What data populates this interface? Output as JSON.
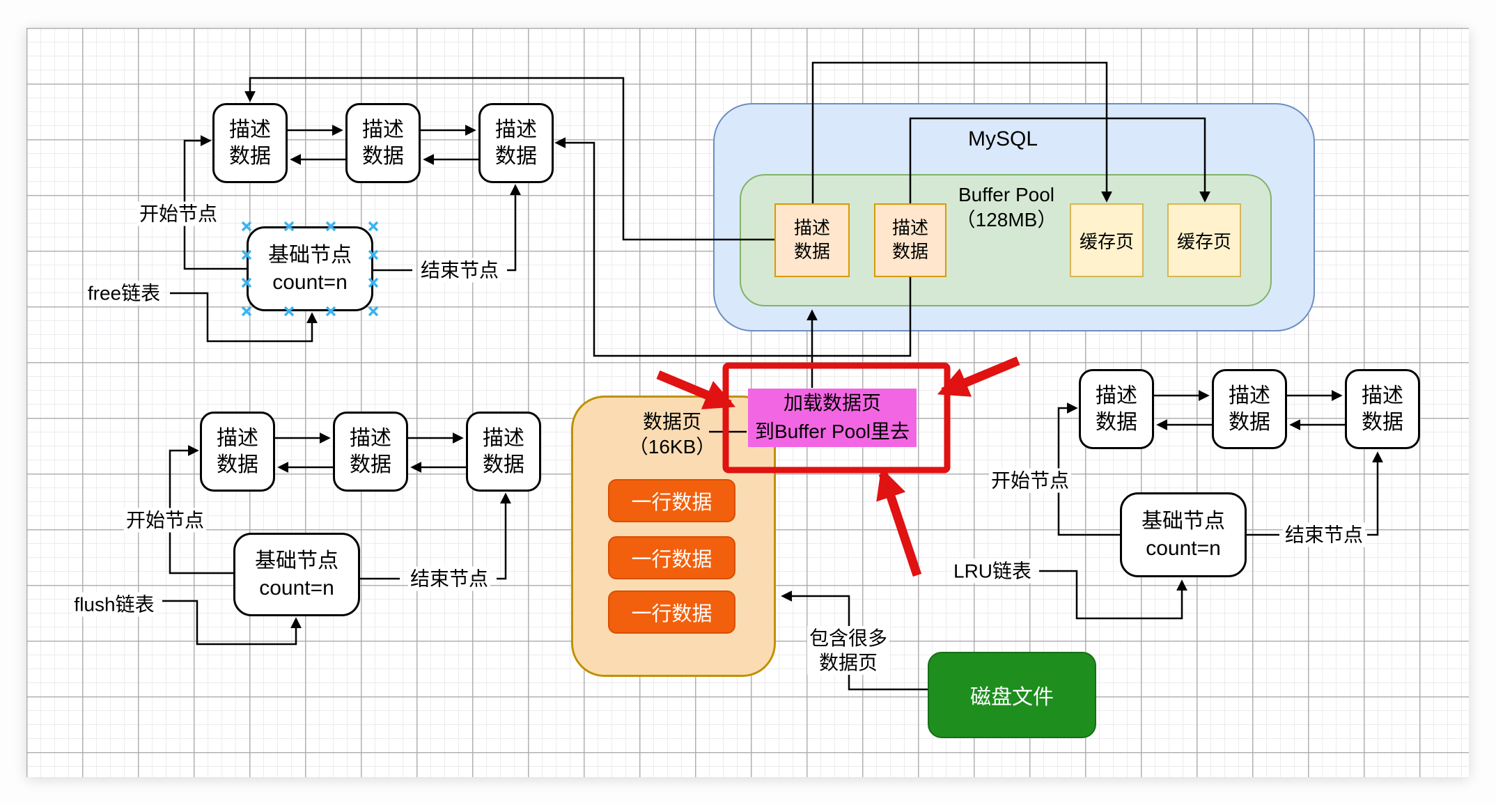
{
  "clusters": {
    "free": {
      "name_label": "free链表",
      "start_label": "开始节点",
      "end_label": "结束节点",
      "base_label": "基础节点\ncount=n",
      "nodes": [
        "描述\n数据",
        "描述\n数据",
        "描述\n数据"
      ]
    },
    "flush": {
      "name_label": "flush链表",
      "start_label": "开始节点",
      "end_label": "结束节点",
      "base_label": "基础节点\ncount=n",
      "nodes": [
        "描述\n数据",
        "描述\n数据",
        "描述\n数据"
      ]
    },
    "lru": {
      "name_label": "LRU链表",
      "start_label": "开始节点",
      "end_label": "结束节点",
      "base_label": "基础节点\ncount=n",
      "nodes": [
        "描述\n数据",
        "描述\n数据",
        "描述\n数据"
      ]
    }
  },
  "mysql": {
    "title": "MySQL",
    "buffer_pool": {
      "title": "Buffer Pool\n（128MB）",
      "desc_nodes": [
        "描述\n数据",
        "描述\n数据"
      ],
      "cache_pages": [
        "缓存页",
        "缓存页"
      ]
    }
  },
  "annotation": {
    "text": "加载数据页\n到Buffer Pool里去"
  },
  "data_page": {
    "title": "数据页\n（16KB）",
    "rows": [
      "一行数据",
      "一行数据",
      "一行数据"
    ]
  },
  "disk": {
    "label": "磁盘文件",
    "note": "包含很多\n数据页"
  },
  "colors": {
    "mysql_fill": "#dae8fc",
    "mysql_stroke": "#6c8ebf",
    "buffer_fill": "#d5e8d4",
    "buffer_stroke": "#82b366",
    "desc_fill": "#ffe6cc",
    "desc_stroke": "#d79b00",
    "cache_fill": "#fff2cc",
    "cache_stroke": "#d6b656",
    "page_fill": "#fbdcb2",
    "page_stroke": "#bf9000",
    "row_fill": "#f2600d",
    "disk_fill": "#1e8e1e",
    "annotation_fill": "#f266e3",
    "highlight_red": "#e01212",
    "selection_blue": "#3bb3ef"
  }
}
